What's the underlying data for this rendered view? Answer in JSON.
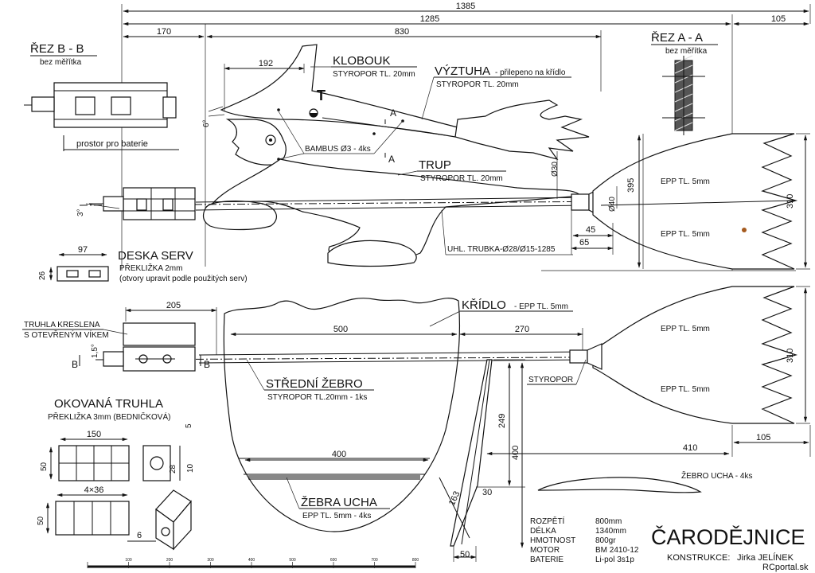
{
  "title": "ČARODĚJNICE",
  "credit": {
    "label": "KONSTRUKCE:",
    "author": "Jirka JELÍNEK"
  },
  "watermark": "RCportal.sk",
  "specs": [
    {
      "label": "ROZPĚTÍ",
      "value": "800mm"
    },
    {
      "label": "DÉLKA",
      "value": "1340mm"
    },
    {
      "label": "HMOTNOST",
      "value": "800gr"
    },
    {
      "label": "MOTOR",
      "value": "BM 2410-12"
    },
    {
      "label": "BATERIE",
      "value": "Li-pol 3s1p"
    }
  ],
  "section_bb": {
    "title": "ŘEZ B - B",
    "subtitle": "bez měřítka",
    "note": "prostor pro baterie"
  },
  "section_aa": {
    "title": "ŘEZ A - A",
    "subtitle": "bez měřítka"
  },
  "hat": {
    "title": "KLOBOUK",
    "material": "STYROPOR TL. 20mm",
    "marker": "T"
  },
  "brace": {
    "title": "VÝZTUHA",
    "note": "- přilepeno na křídlo",
    "material": "STYROPOR TL. 20mm"
  },
  "bamboo": "BAMBUS Ø3 - 4ks",
  "fuselage": {
    "title": "TRUP",
    "material": "STYROPOR TL. 20mm"
  },
  "tube": "UHL. TRUBKA-Ø28/Ø15-1285",
  "tail_material": "EPP  TL. 5mm",
  "servo_board": {
    "title": "DESKA SERV",
    "material": "PŘEKLIŽKA 2mm",
    "note": "(otvory upravit podle použitých serv)"
  },
  "box_note": [
    "TRUHLA KRESLENA",
    "S OTEVŘENÝM VÍKEM"
  ],
  "wing": {
    "title": "KŘÍDLO",
    "material": "- EPP  TL. 5mm"
  },
  "middle_rib": {
    "title": "STŘEDNÍ ŽEBRO",
    "material": "STYROPOR TL.20mm - 1ks"
  },
  "ear_ribs": {
    "title": "ŽEBRA UCHA",
    "material": "EPP  TL. 5mm - 4ks"
  },
  "ear_rib_label": "ŽEBRO UCHA - 4ks",
  "styropor_label": "STYROPOR",
  "chest": {
    "title": "OKOVANÁ TRUHLA",
    "material": "PŘEKLIŽKA 3mm (BEDNIČKOVÁ)"
  },
  "markers": {
    "a": "A",
    "b": "B"
  },
  "dimensions": {
    "d1385": "1385",
    "d1285": "1285",
    "d105a": "105",
    "d170": "170",
    "d830": "830",
    "d192": "192",
    "d6": "6°",
    "d3": "3°",
    "d30": "Ø30",
    "d395": "395",
    "d40": "Ø40",
    "d45": "45",
    "d65": "65",
    "d310a": "310",
    "d97": "97",
    "d26": "26",
    "d205": "205",
    "d1_5": "1,5°",
    "d500": "500",
    "d270": "270",
    "d310b": "310",
    "d249": "249",
    "d400a": "400",
    "d400b": "400",
    "d163": "163",
    "d30b": "30",
    "d50a": "50",
    "d105b": "105",
    "d410": "410",
    "d150": "150",
    "d50b": "50",
    "d4x36": "4×36",
    "d50c": "50",
    "d6b": "6",
    "d5": "5",
    "d28": "28",
    "d10": "10"
  },
  "scale_bar": [
    "100",
    "200",
    "300",
    "400",
    "500",
    "600",
    "700",
    "800"
  ]
}
